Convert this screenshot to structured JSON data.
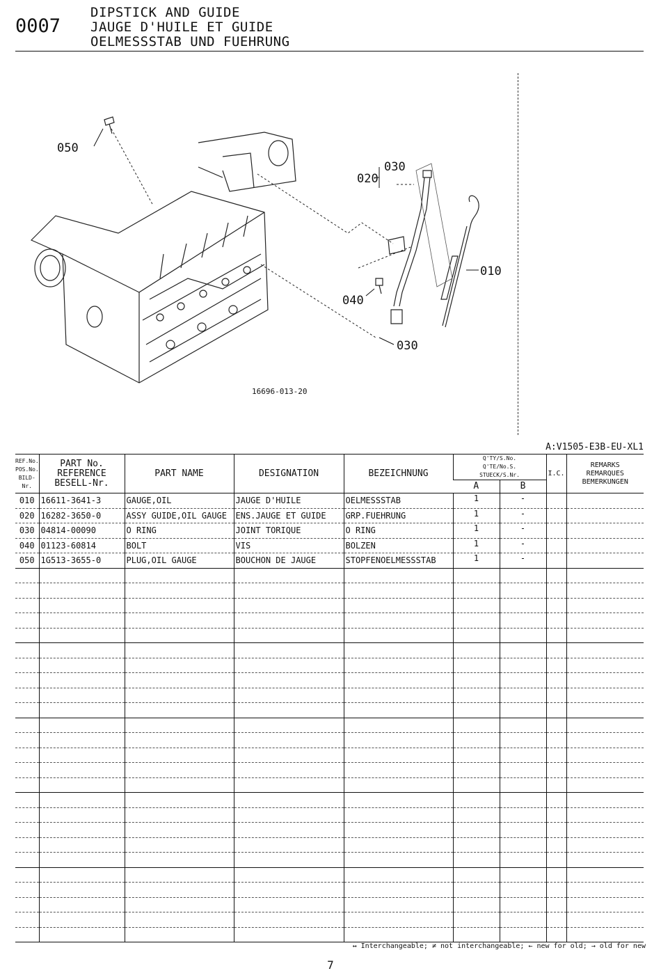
{
  "section": {
    "number": "0007",
    "title_en": "DIPSTICK AND GUIDE",
    "title_fr": "JAUGE D'HUILE ET GUIDE",
    "title_de": "OELMESSSTAB UND FUEHRUNG"
  },
  "diagram": {
    "drawing_no": "16696-013-20",
    "callouts": [
      "050",
      "020",
      "030",
      "010",
      "040",
      "030"
    ]
  },
  "model_code": "A:V1505-E3B-EU-XL1",
  "table": {
    "headers": {
      "ref_no": [
        "REF.No.",
        "POS.No.",
        "BILD-Nr."
      ],
      "part_no": [
        "PART No.",
        "REFERENCE",
        "BESELL-Nr."
      ],
      "part_name": "PART NAME",
      "designation": "DESIGNATION",
      "bezeichnung": "BEZEICHNUNG",
      "qty": [
        "Q'TY/S.No.",
        "Q'TE/No.S.",
        "STUECK/S.Nr."
      ],
      "qty_a": "A",
      "qty_b": "B",
      "ic": "I.C.",
      "remarks": [
        "REMARKS",
        "REMARQUES",
        "BEMERKUNGEN"
      ]
    },
    "rows": [
      {
        "ref": "010",
        "part_no": "16611-3641-3",
        "name": "GAUGE,OIL",
        "designation": "JAUGE D'HUILE",
        "bezeichnung": "OELMESSSTAB",
        "qty_a": "1",
        "qty_b": "-"
      },
      {
        "ref": "020",
        "part_no": "16282-3650-0",
        "name": "ASSY GUIDE,OIL GAUGE",
        "designation": "ENS.JAUGE ET GUIDE",
        "bezeichnung": "GRP.FUEHRUNG",
        "qty_a": "1",
        "qty_b": "-"
      },
      {
        "ref": "030",
        "part_no": "04814-00090",
        "name": "O RING",
        "designation": "JOINT TORIQUE",
        "bezeichnung": "O RING",
        "qty_a": "1",
        "qty_b": "-"
      },
      {
        "ref": "040",
        "part_no": "01123-60814",
        "name": "BOLT",
        "designation": "VIS",
        "bezeichnung": "BOLZEN",
        "qty_a": "1",
        "qty_b": "-"
      },
      {
        "ref": "050",
        "part_no": "1G513-3655-0",
        "name": "PLUG,OIL GAUGE",
        "designation": "BOUCHON DE JAUGE",
        "bezeichnung": "STOPFENOELMESSSTAB",
        "qty_a": "1",
        "qty_b": "-"
      }
    ]
  },
  "footer": {
    "legend": "↔ Interchangeable; ≠ not interchangeable; ← new for old; → old for new",
    "page": "7"
  }
}
